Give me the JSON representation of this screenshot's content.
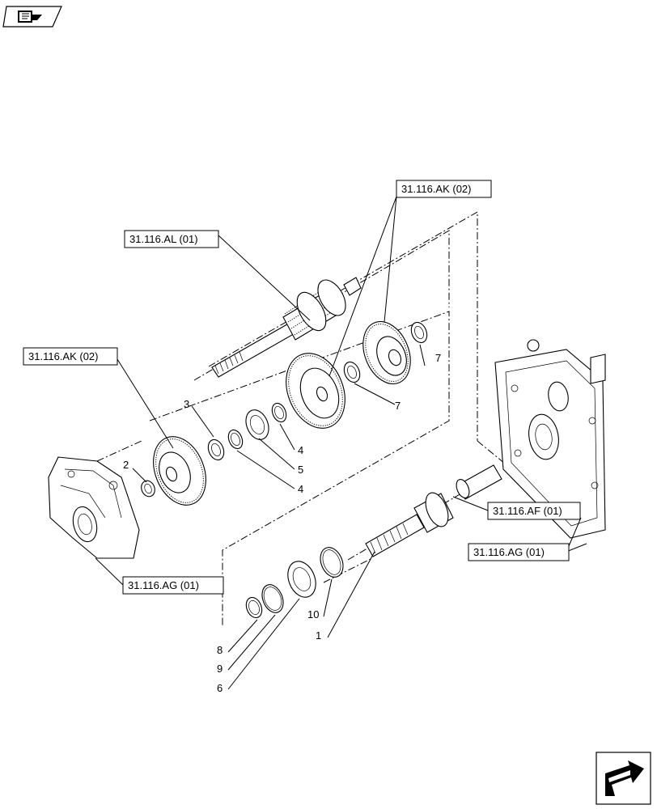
{
  "references": {
    "ak_top": "31.116.AK (02)",
    "al": "31.116.AL (01)",
    "ak_left": "31.116.AK (02)",
    "af": "31.116.AF (01)",
    "ag_right": "31.116.AG (01)",
    "ag_left": "31.116.AG (01)"
  },
  "item_numbers": {
    "n1": "1",
    "n2": "2",
    "n3": "3",
    "n4a": "4",
    "n4b": "4",
    "n5": "5",
    "n6": "6",
    "n7a": "7",
    "n7b": "7",
    "n8": "8",
    "n9": "9",
    "n10": "10"
  },
  "icons": {
    "top_left": "book-arrow-icon",
    "bottom_right": "next-page-arrow-icon"
  }
}
